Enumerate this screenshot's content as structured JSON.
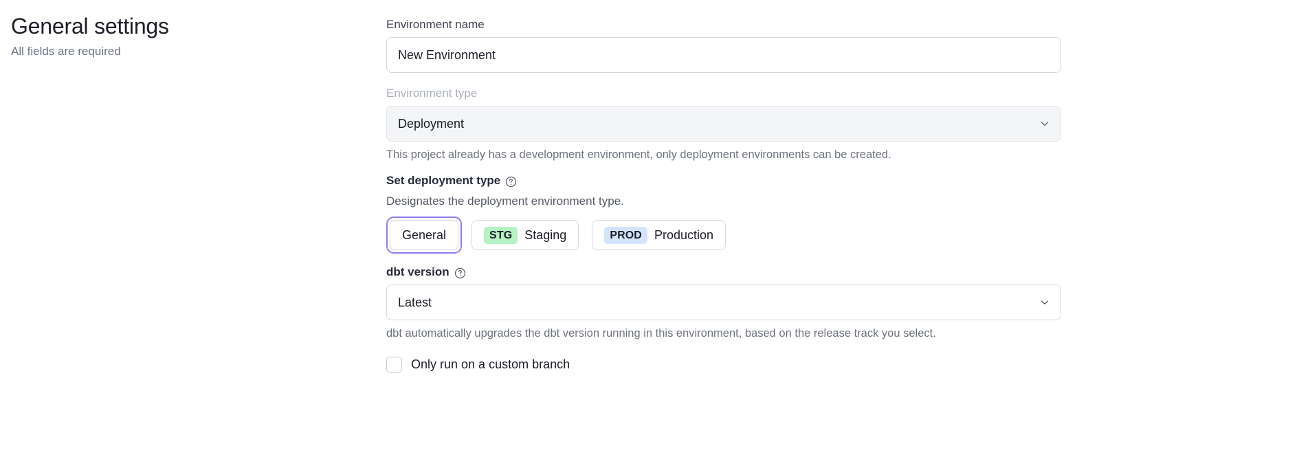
{
  "header": {
    "title": "General settings",
    "subtitle": "All fields are required"
  },
  "form": {
    "environment_name": {
      "label": "Environment name",
      "value": "New Environment",
      "placeholder": "Environment name"
    },
    "environment_type": {
      "label": "Environment type",
      "value": "Deployment",
      "disabled_note": "This project already has a development environment, only deployment environments can be created.",
      "chevron_icon": "chevron-down-icon"
    },
    "deployment_type": {
      "label": "Set deployment type",
      "help_icon": "help-circle-icon",
      "description": "Designates the deployment environment type.",
      "selected": "General",
      "options": [
        {
          "label": "General",
          "badge": "",
          "badge_color": "",
          "focused": true
        },
        {
          "label": "Staging",
          "badge": "STG",
          "badge_color": "#b5f2c4",
          "focused": false
        },
        {
          "label": "Production",
          "badge": "PROD",
          "badge_color": "#d3e4fb",
          "focused": false
        }
      ]
    },
    "dbt_version": {
      "label": "dbt version",
      "help_icon": "help-circle-icon",
      "value": "Latest",
      "helper": "dbt automatically upgrades the dbt version running in this environment, based on the release track you select.",
      "chevron_icon": "chevron-down-icon"
    },
    "custom_branch": {
      "label": "Only run on a custom branch",
      "checked": false
    }
  },
  "colors": {
    "focus_ring": "#8e7df6",
    "staging_badge": "#b5f2c4",
    "production_badge": "#d3e4fb",
    "border": "#d4d7de",
    "disabled_bg": "#f4f5f6"
  }
}
